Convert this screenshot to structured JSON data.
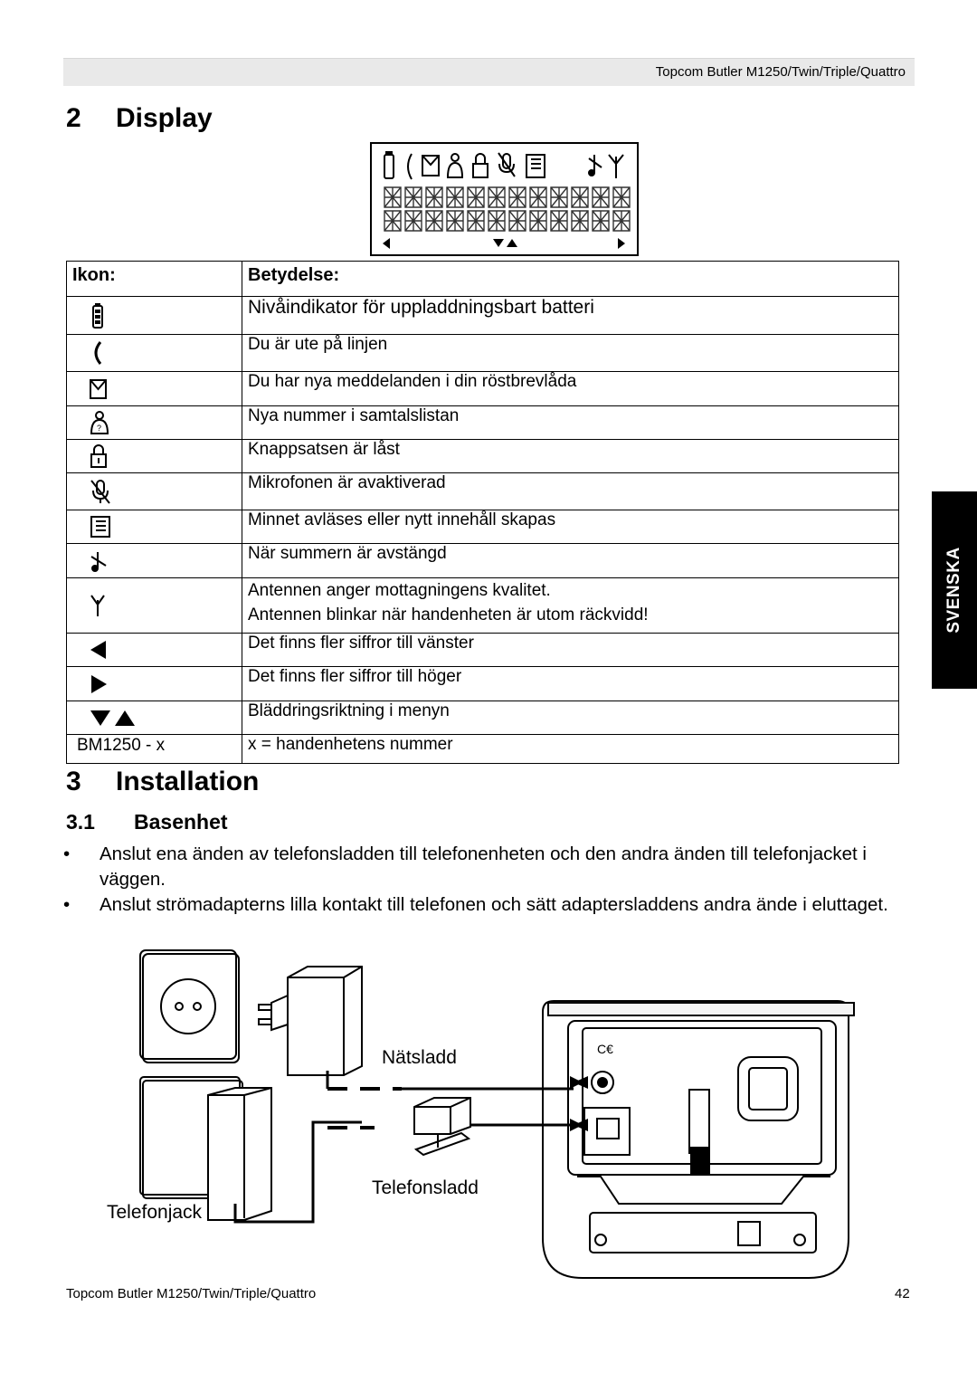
{
  "header": {
    "running_title": "Topcom Butler M1250/Twin/Triple/Quattro"
  },
  "section2": {
    "number": "2",
    "title": "Display"
  },
  "table": {
    "col_icon": "Ikon:",
    "col_meaning": "Betydelse:",
    "rows": [
      {
        "icon": "battery-icon",
        "text": "Nivåindikator för uppladdningsbart batteri"
      },
      {
        "icon": "handset-icon",
        "text": "Du är ute på linjen"
      },
      {
        "icon": "envelope-icon",
        "text": "Du har nya meddelanden i din röstbrevlåda"
      },
      {
        "icon": "caller-id-icon",
        "text": "Nya nummer i samtalslistan"
      },
      {
        "icon": "lock-icon",
        "text": "Knappsatsen är låst"
      },
      {
        "icon": "mic-muted-icon",
        "text": "Mikrofonen är avaktiverad"
      },
      {
        "icon": "phonebook-icon",
        "text": "Minnet avläses eller nytt innehåll skapas"
      },
      {
        "icon": "ringer-off-icon",
        "text": "När summern är avstängd"
      },
      {
        "icon": "antenna-icon",
        "text": "Antennen anger mottagningens kvalitet.",
        "text2": "Antennen blinkar när handenheten är utom räckvidd!"
      },
      {
        "icon": "arrow-left-icon",
        "text": "Det finns fler siffror till vänster"
      },
      {
        "icon": "arrow-right-icon",
        "text": "Det finns fler siffror till höger"
      },
      {
        "icon": "scroll-arrows-icon",
        "text": "Bläddringsriktning i menyn"
      },
      {
        "label": "BM1250 - x",
        "text": "x = handenhetens nummer"
      }
    ]
  },
  "section3": {
    "number": "3",
    "title": "Installation"
  },
  "section31": {
    "number": "3.1",
    "title": "Basenhet"
  },
  "bullets": [
    {
      "bullet": "•",
      "text": "Anslut ena änden av telefonsladden till telefonenheten och den andra änden till telefonjacket i väggen."
    },
    {
      "bullet": "•",
      "text": "Anslut strömadapterns lilla kontakt till telefonen och sätt adaptersladdens andra ände i eluttaget."
    }
  ],
  "illustration": {
    "label_power": "Nätsladd",
    "label_phone_cord": "Telefonsladd",
    "label_jack": "Telefonjack"
  },
  "side_tab": "SVENSKA",
  "footer": {
    "left": "Topcom Butler M1250/Twin/Triple/Quattro",
    "page": "42"
  }
}
